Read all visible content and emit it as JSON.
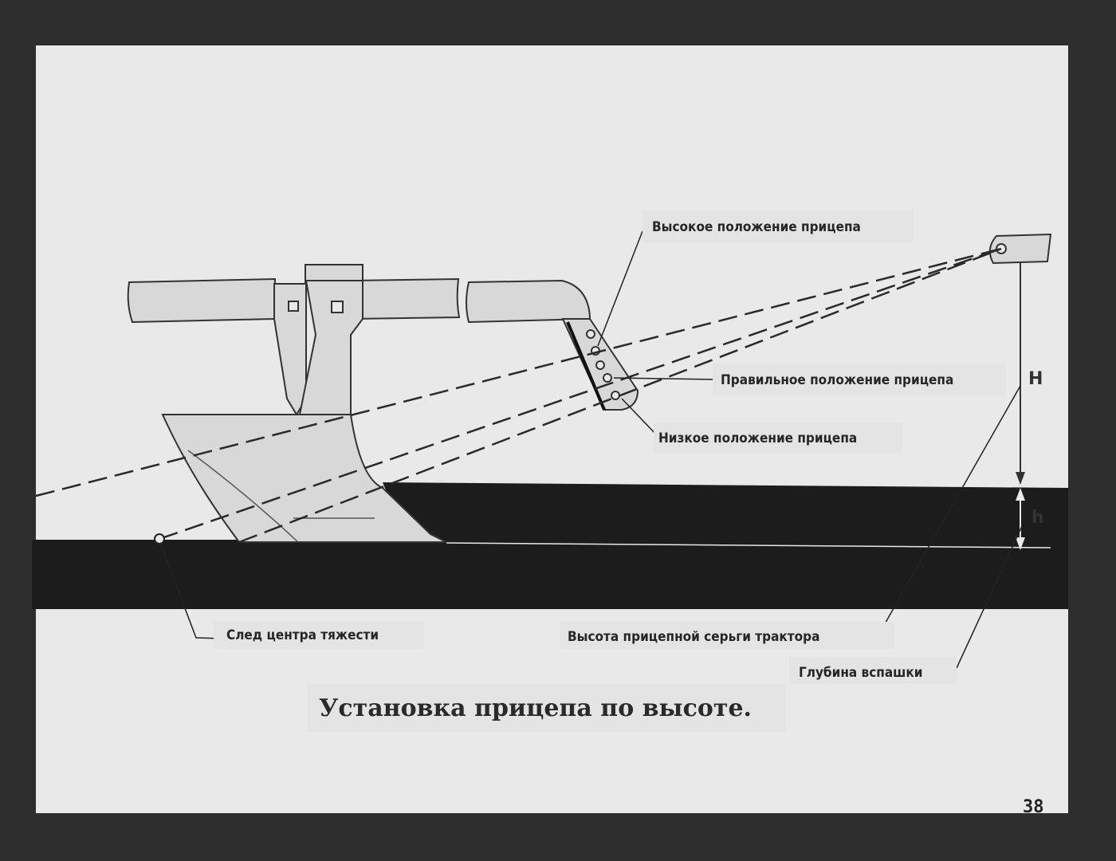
{
  "labels": {
    "high_position": "Высокое положение прицепа",
    "correct_position": "Правильное положение прицепа",
    "low_position": "Низкое положение прицепа",
    "center_of_gravity_trace": "След центра тяжести",
    "tractor_hitch_height": "Высота прицепной серьги трактора",
    "plowing_depth": "Глубина вспашки"
  },
  "dimensions": {
    "H": "H",
    "h": "h"
  },
  "caption": "Установка прицепа по высоте.",
  "page_number": "38",
  "colors": {
    "frame": "#2e2e2e",
    "paper": "#e9e9e9",
    "ink": "#1c1c1c",
    "plow_fill": "#d8d8d8"
  }
}
